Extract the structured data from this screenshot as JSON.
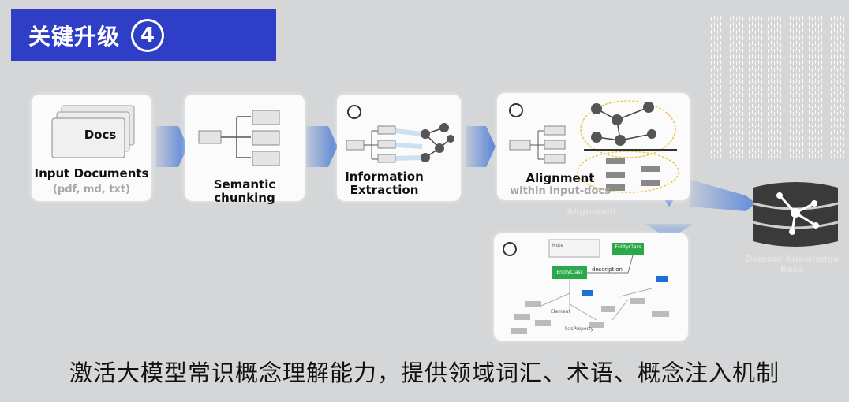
{
  "header": {
    "title": "关键升级",
    "badge": "4"
  },
  "steps": [
    {
      "card_text": "Docs",
      "label": "Input Documents",
      "sub": "(pdf, md, txt)"
    },
    {
      "label": "Semantic chunking"
    },
    {
      "label_line1": "Information",
      "label_line2": "Extraction"
    },
    {
      "label": "Alignment",
      "sub": "within input-docs"
    }
  ],
  "ghost_labels": {
    "alignment2": "Alignment",
    "kb": "Domain Knowledge Base"
  },
  "kg_card": {
    "entity1": "EntityClass",
    "entity2": "EntityClass",
    "relation": "description",
    "note": "Note",
    "item_label": "Element",
    "prop_label": "hasProperty"
  },
  "caption": "激活大模型常识概念理解能力，提供领域词汇、术语、概念注入机制",
  "colors": {
    "title_bg": "#2f3ec6",
    "arrow": "#4a7bd8",
    "entity_green": "#2aa84a",
    "node_blue": "#1e6fd8"
  }
}
